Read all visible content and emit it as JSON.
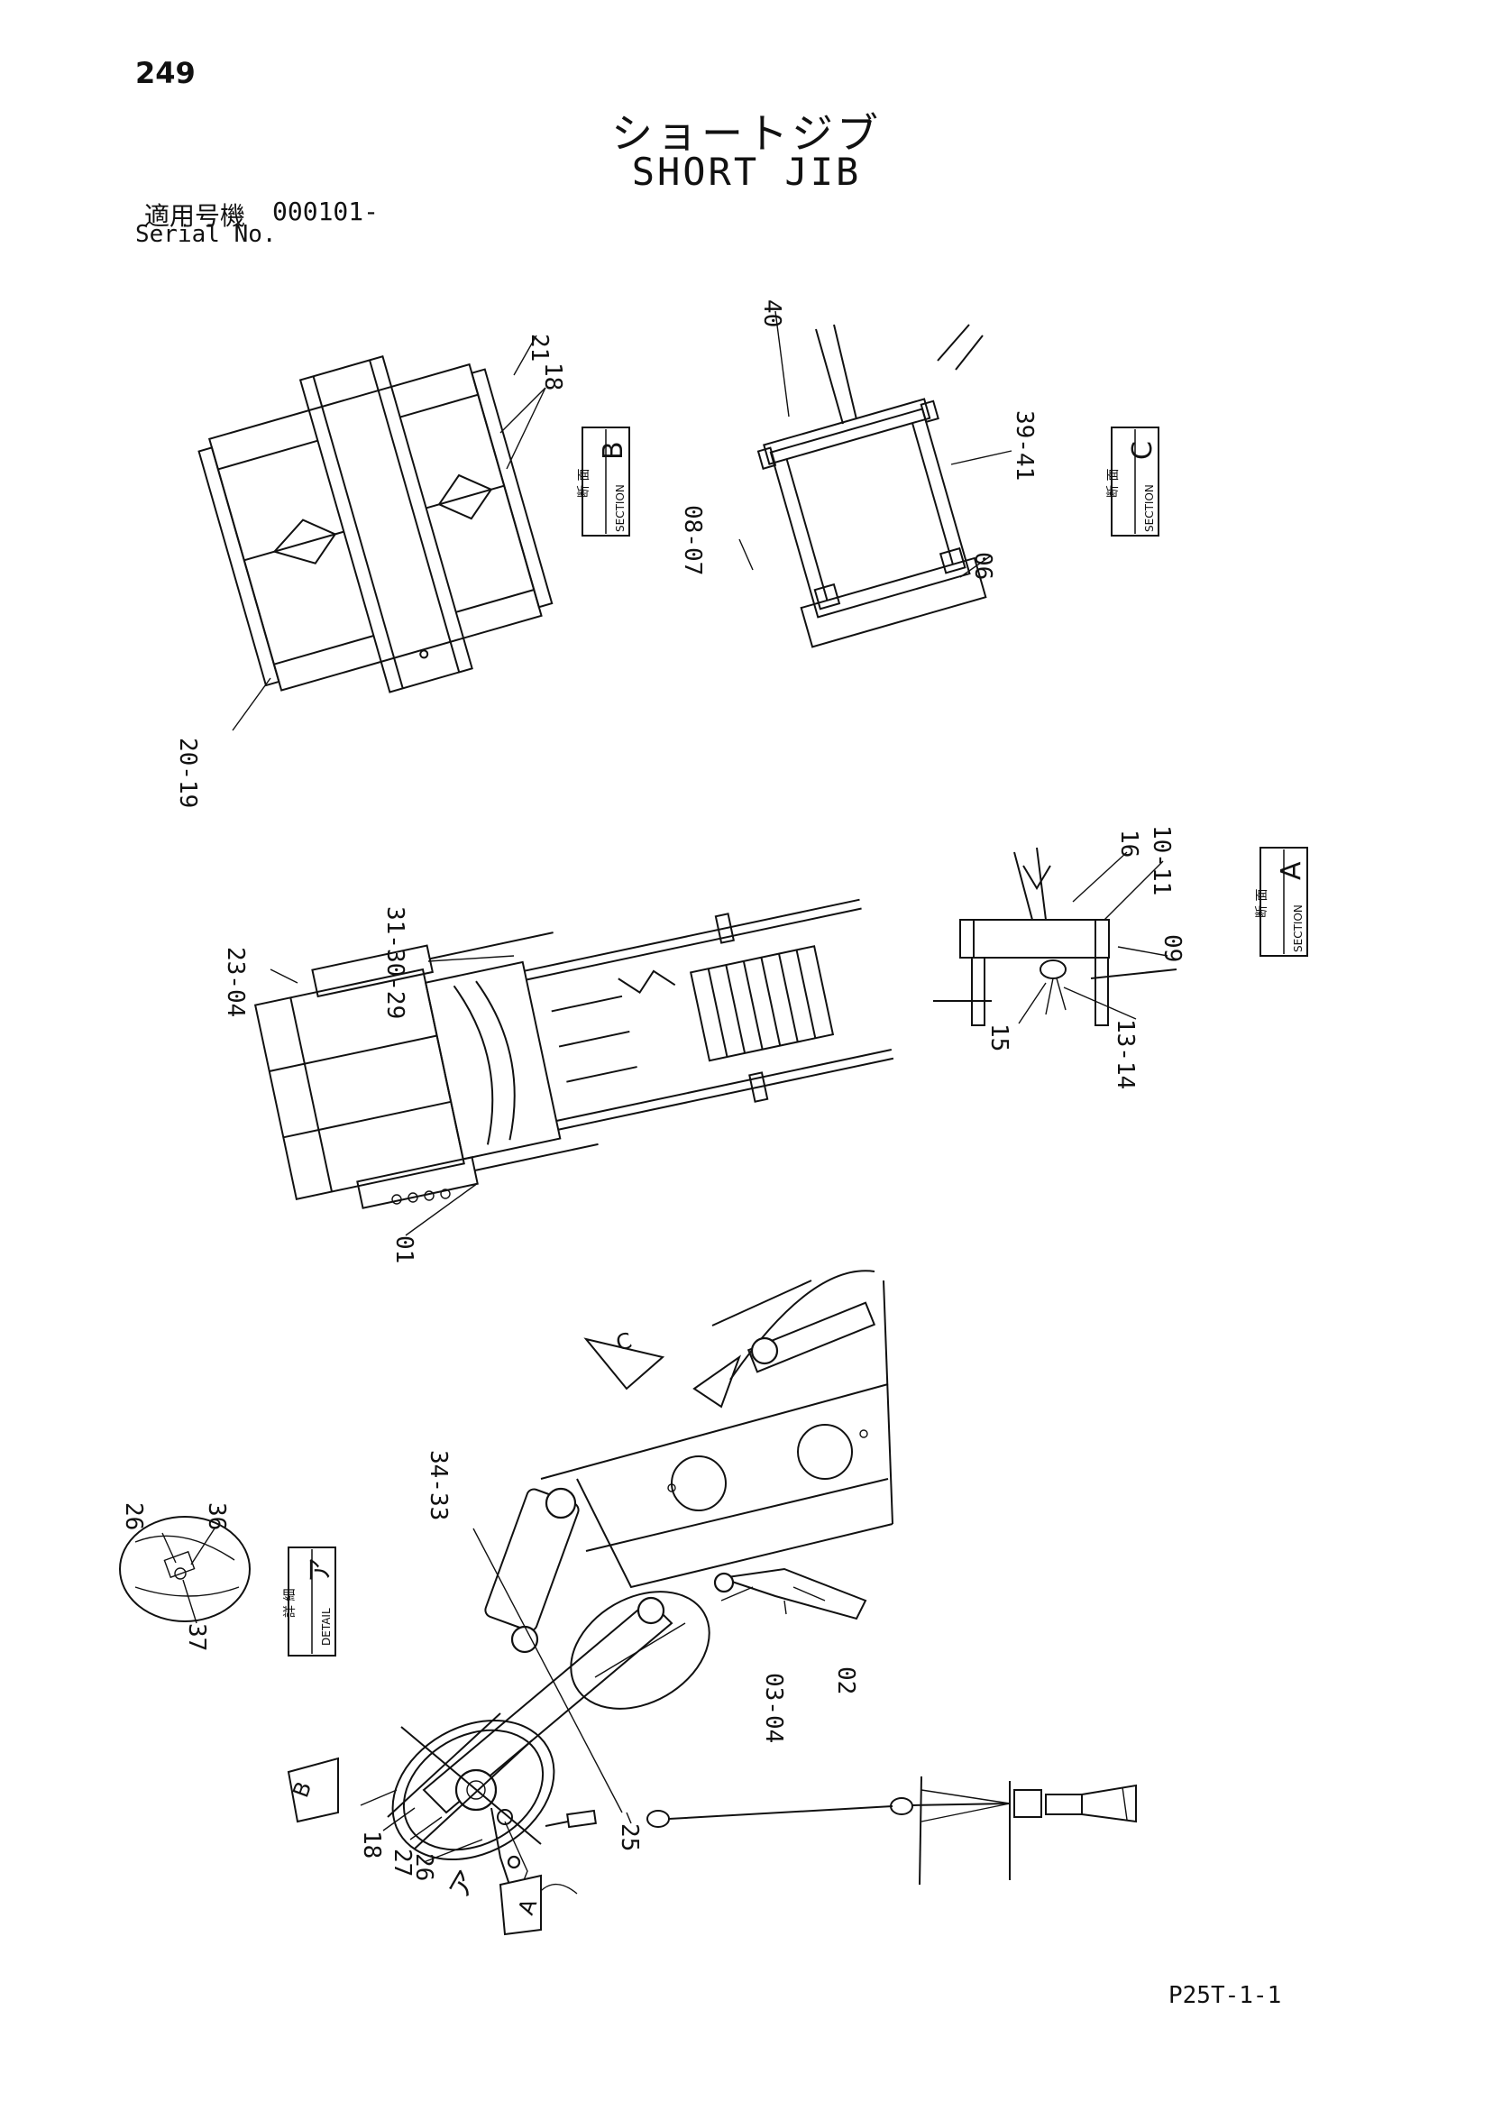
{
  "header": {
    "page_number": "249",
    "title_jp": "ショートジブ",
    "title_en": "SHORT JIB",
    "serial_label_jp": "適用号機",
    "serial_value": "000101-",
    "serial_label_en": "Serial No."
  },
  "footer": {
    "page_code": "P25T-1-1"
  },
  "section_tags": {
    "section_b": {
      "jp": "断 面",
      "en": "SECTION",
      "letter": "B"
    },
    "section_c": {
      "jp": "断 面",
      "en": "SECTION",
      "letter": "C"
    },
    "section_a": {
      "jp": "断 面",
      "en": "SECTION",
      "letter": "A"
    },
    "detail": {
      "jp": "詳 細",
      "en": "DETAIL",
      "letter": "ア"
    }
  },
  "view_markers": {
    "a": "A",
    "b": "B",
    "c": "C",
    "a_jp": "ア"
  },
  "callouts": {
    "c21": "21",
    "c18_b": "18",
    "c20_19": "20-19",
    "c40": "40",
    "c39_41": "39-41",
    "c08_07": "08-07",
    "c06": "06",
    "c16": "16",
    "c10_11": "10-11",
    "c09": "09",
    "c15": "15",
    "c13_14": "13-14",
    "c31_30_29": "31-30-29",
    "c23_04": "23-04",
    "c01": "01",
    "c34_33": "34-33",
    "c03_04": "03-04",
    "c02": "02",
    "c25": "25",
    "c18_main": "18",
    "c27": "27",
    "c26_main": "26",
    "c26_d": "26",
    "c36": "36",
    "c37": "37"
  }
}
